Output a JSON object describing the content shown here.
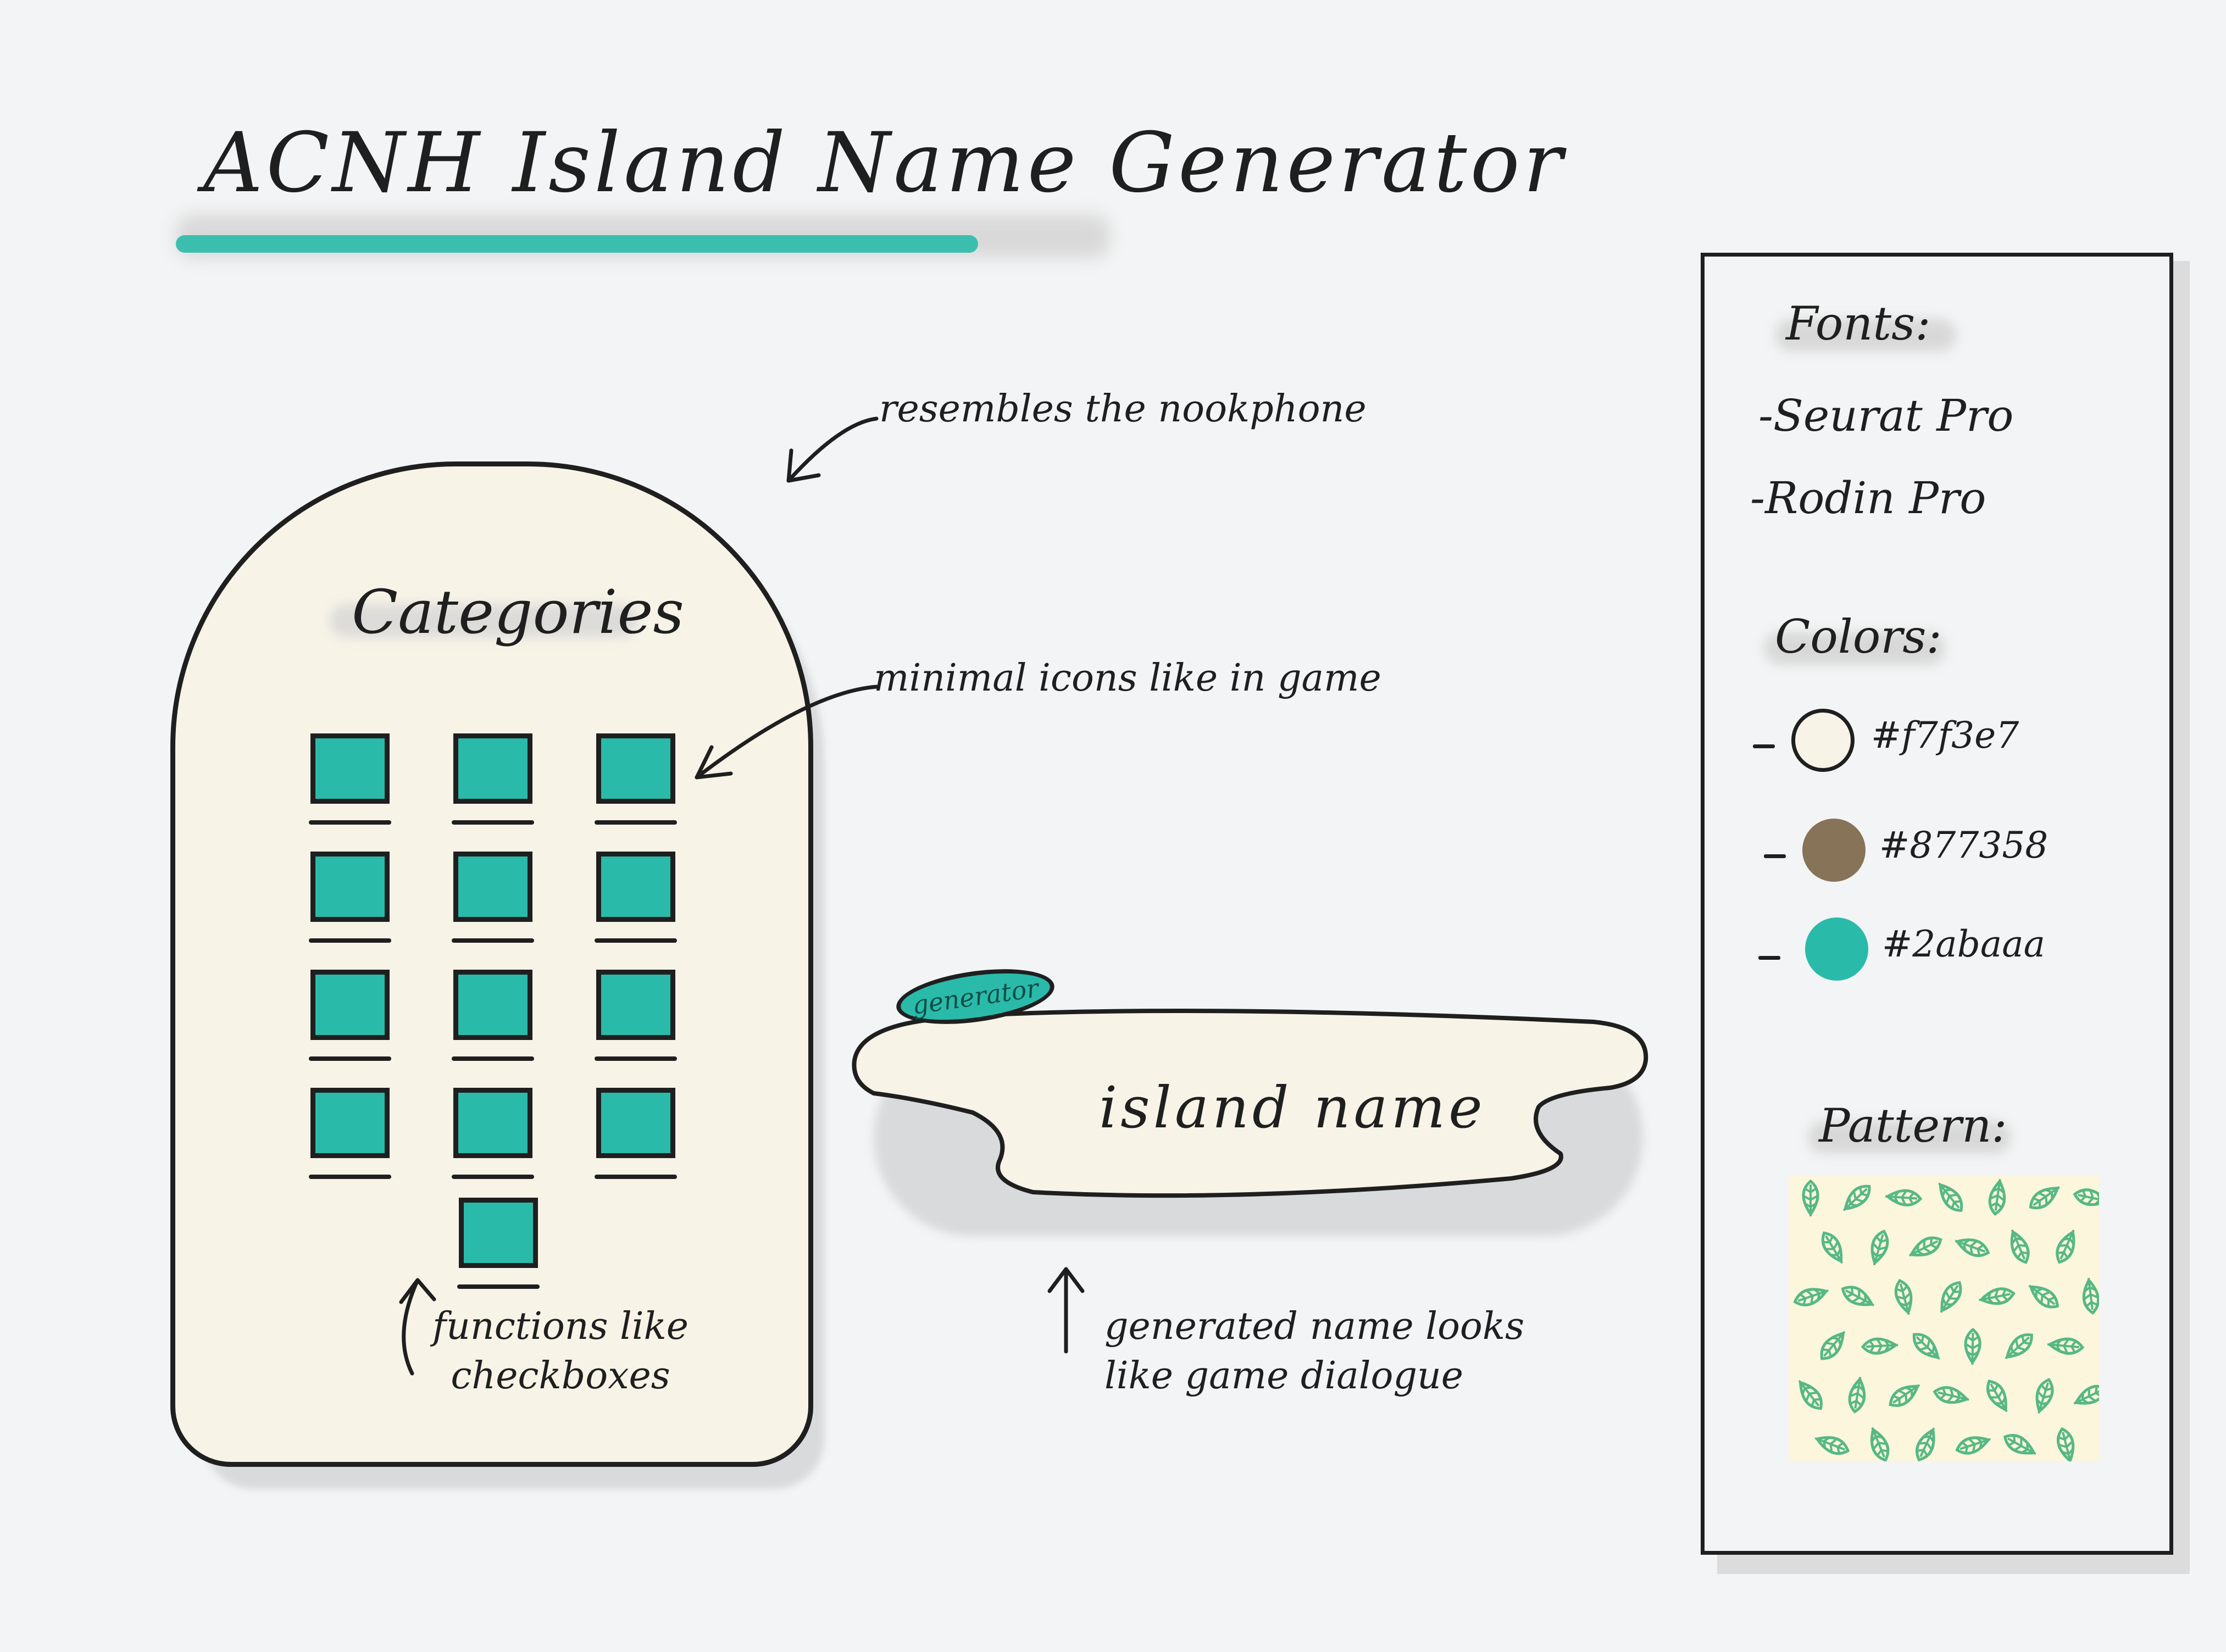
{
  "title": "ACNH Island Name Generator",
  "phone": {
    "title": "Categories",
    "category_count": 13
  },
  "annotations": {
    "phone": "resembles the nookphone",
    "icons": "minimal icons like in game",
    "checkboxes": "functions like checkboxes",
    "dialogue": "generated name looks like game dialogue"
  },
  "dialogue": {
    "button": "generator",
    "text": "island name"
  },
  "panel": {
    "fonts_heading": "Fonts:",
    "fonts": [
      "-Seurat Pro",
      "-Rodin Pro"
    ],
    "colors_heading": "Colors:",
    "colors": [
      {
        "hex_label": "#f7f3e7",
        "value": "#f7f3e7"
      },
      {
        "hex_label": "#877358",
        "value": "#877358"
      },
      {
        "hex_label": "#2abaaa",
        "value": "#2abaaa"
      }
    ],
    "pattern_heading": "Pattern:"
  }
}
